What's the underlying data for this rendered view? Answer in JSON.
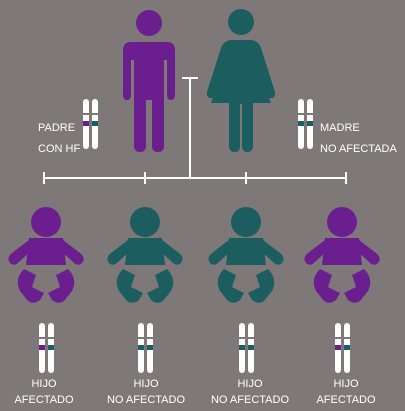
{
  "colors": {
    "background": "#7f7878",
    "affected": "#6b1f8f",
    "unaffected": "#1c5d60",
    "chromosome": "#ffffff",
    "line": "#ffffff"
  },
  "parents": {
    "father": {
      "line1": "PADRE",
      "line2": "CON HF",
      "status": "affected"
    },
    "mother": {
      "line1": "MADRE",
      "line2": "NO AFECTADA",
      "status": "unaffected"
    }
  },
  "children": [
    {
      "line1": "HIJO",
      "line2": "AFECTADO",
      "status": "affected"
    },
    {
      "line1": "HIJO",
      "line2": "NO AFECTADO",
      "status": "unaffected"
    },
    {
      "line1": "HIJO",
      "line2": "NO AFECTADO",
      "status": "unaffected"
    },
    {
      "line1": "HIJO",
      "line2": "AFECTADO",
      "status": "affected"
    }
  ],
  "icons": {
    "father": "man-icon",
    "mother": "woman-icon",
    "child": "baby-icon",
    "chromosome": "chromosome-pair-icon"
  }
}
